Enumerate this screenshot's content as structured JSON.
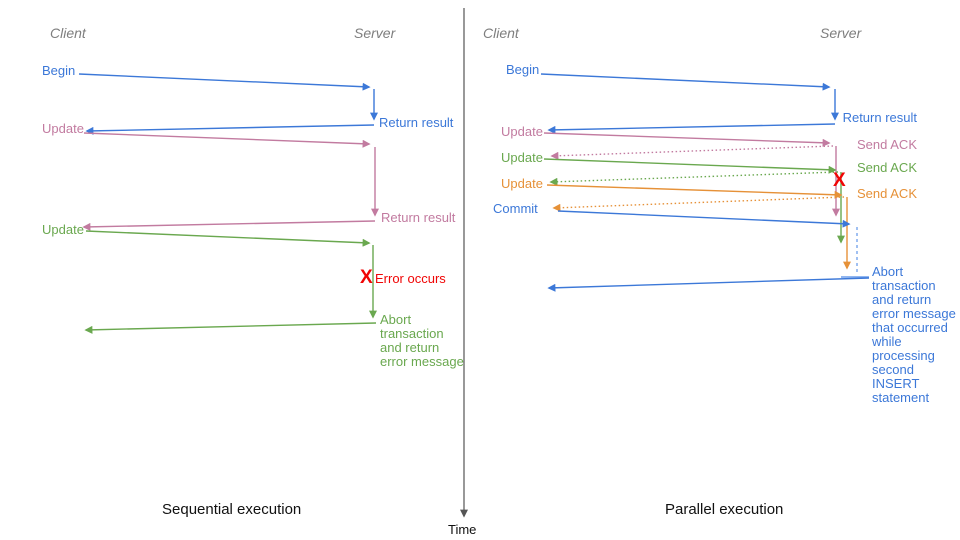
{
  "colors": {
    "blue": "#3c78d8",
    "pink": "#c27ba0",
    "green": "#6aa84f",
    "orange": "#e69138",
    "red": "#f00505",
    "header_gray": "#7e7e7e",
    "axis_gray": "#555555",
    "light_blue_dashed": "#6d9eeb"
  },
  "time_axis": {
    "label": "Time"
  },
  "sequential": {
    "title": "Sequential execution",
    "client_header": "Client",
    "server_header": "Server",
    "labels": {
      "begin": "Begin",
      "return_result_1": "Return result",
      "update_1": "Update",
      "return_result_2": "Return result",
      "update_2": "Update",
      "error_x": "X",
      "error_occurs": "Error occurs",
      "abort_note": "Abort\ntransaction\nand return\nerror message"
    }
  },
  "parallel": {
    "title": "Parallel execution",
    "client_header": "Client",
    "server_header": "Server",
    "labels": {
      "begin": "Begin",
      "return_result": "Return result",
      "update_1": "Update",
      "send_ack_1": "Send ACK",
      "update_2": "Update",
      "send_ack_2": "Send ACK",
      "update_3": "Update",
      "send_ack_3": "Send ACK",
      "commit": "Commit",
      "error_x": "X",
      "abort_note": "Abort\ntransaction\nand return\nerror message\nthat occurred\nwhile\nprocessing\nsecond\nINSERT\nstatement"
    }
  }
}
